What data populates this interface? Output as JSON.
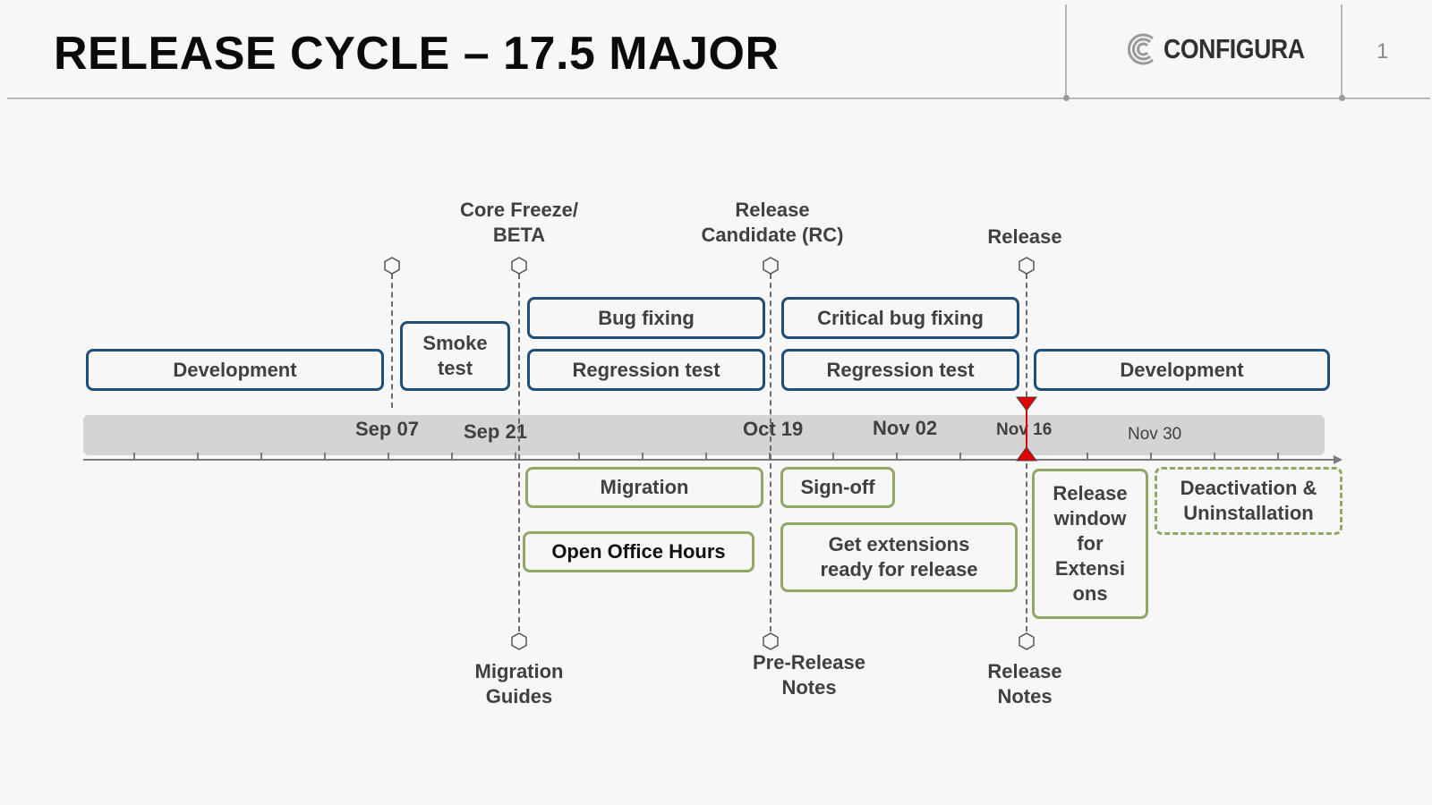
{
  "title": "RELEASE CYCLE – 17.5 MAJOR",
  "logo": {
    "text": "CONFIGURA",
    "icon": "configura-logo-icon"
  },
  "page_number": "1",
  "colors": {
    "blue_border": "#1f4e79",
    "green_border": "#8fa865",
    "timeline_bar": "#d4d4d4",
    "release_marker": "#e00000"
  },
  "timeline": {
    "dates": [
      "Sep 07",
      "Sep 21",
      "Oct 19",
      "Nov 02",
      "Nov 16",
      "Nov 30"
    ]
  },
  "milestones_top": {
    "core_freeze": [
      "Core Freeze/",
      "BETA"
    ],
    "release_candidate": [
      "Release",
      "Candidate (RC)"
    ],
    "release": "Release"
  },
  "milestones_bottom": {
    "migration_guides": [
      "Migration",
      "Guides"
    ],
    "pre_release_notes": [
      "Pre-Release",
      "Notes"
    ],
    "release_notes": [
      "Release",
      "Notes"
    ]
  },
  "phases_top": {
    "development_1": "Development",
    "smoke_test": [
      "Smoke",
      "test"
    ],
    "bug_fixing": "Bug fixing",
    "regression_test_1": "Regression test",
    "critical_bug_fixing": "Critical bug fixing",
    "regression_test_2": "Regression test",
    "development_2": "Development"
  },
  "phases_bottom": {
    "migration": "Migration",
    "open_office_hours": "Open Office Hours",
    "sign_off": "Sign-off",
    "get_extensions": [
      "Get extensions",
      "ready for release"
    ],
    "release_window": [
      "Release",
      "window",
      "for",
      "Extensi",
      "ons"
    ],
    "deactivation": [
      "Deactivation &",
      "Uninstallation"
    ]
  }
}
